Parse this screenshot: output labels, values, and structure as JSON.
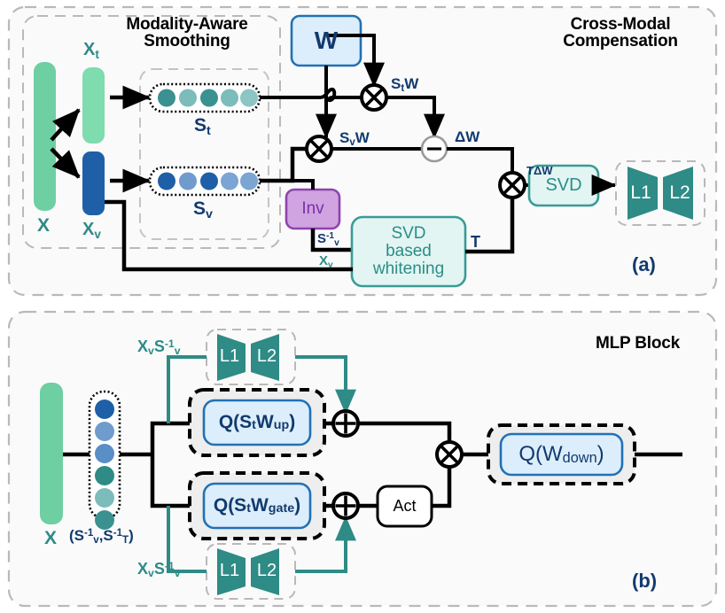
{
  "figure": {
    "panel_a": {
      "caption": "(a)",
      "group_titles": {
        "modality_aware_smoothing": "Modality-Aware\nSmoothing",
        "cross_modal_compensation": "Cross-Modal\nCompensation"
      },
      "inputs": {
        "x": "X",
        "x_t": "Xt",
        "x_v": "Xv"
      },
      "smoothing_vectors": {
        "s_t_label": "St",
        "s_v_label": "Sv",
        "s_t_dots": [
          "#3a9190",
          "#7cbcbb",
          "#3a9190",
          "#7cbcbb",
          "#8cc5c3"
        ],
        "s_v_dots": [
          "#1f5fa8",
          "#6f9bcd",
          "#1f5fa8",
          "#7ba5d3",
          "#7ba5d3"
        ]
      },
      "blocks": {
        "w": "W",
        "inv": "Inv",
        "svd_whitening": "SVD\nbased\nwhitening",
        "svd": "SVD",
        "l1": "L1",
        "l2": "L2"
      },
      "edge_labels": {
        "s_t_w": "StW",
        "s_v_w": "SvW",
        "delta_w": "ΔW",
        "t_delta_w": "TΔW",
        "t": "T",
        "s_inv_v": "S-1v",
        "x_v_line": "Xv"
      },
      "operators": {
        "mult_top": "multiply",
        "mult_mid": "multiply",
        "subtract": "subtract",
        "mult_right": "multiply"
      }
    },
    "panel_b": {
      "caption": "(b)",
      "title": "MLP Block",
      "inputs": {
        "x": "X",
        "s_pair": "(S-1v,S-1T)",
        "dots": [
          "#1f5fa8",
          "#6f9bcd",
          "#5a8ec6",
          "#2e8b86",
          "#7cbcbb",
          "#3a9190"
        ]
      },
      "blocks": {
        "q_st_wup": "Q(StWup)",
        "q_st_wgate": "Q(StWgate)",
        "q_wdown": "Q(Wdown)",
        "act": "Act",
        "l1": "L1",
        "l2": "L2"
      },
      "edge_labels": {
        "xv_sinv_top": "XvS-1v",
        "xv_sinv_bottom": "XvS-1v"
      },
      "operators": {
        "add_top": "add",
        "add_bottom": "add",
        "mult": "multiply"
      }
    },
    "colors": {
      "green_bar": "#6ecfa2",
      "green_light": "#7edcae",
      "blue_bar": "#1f5fa8",
      "teal_solid": "#2e8b86",
      "navy_text": "#123a6e",
      "purple_fill": "#cfa4e0",
      "purple_stroke": "#8e44ad",
      "blue_fill": "#dceefb",
      "blue_stroke": "#2171b5",
      "teal_fill": "#e2f5f2",
      "teal_stroke": "#3a9b95",
      "panel_border": "#b9b9b9",
      "panel_bg": "#fafafa",
      "wire": "#000000",
      "teal_wire": "#2e8b86"
    }
  }
}
